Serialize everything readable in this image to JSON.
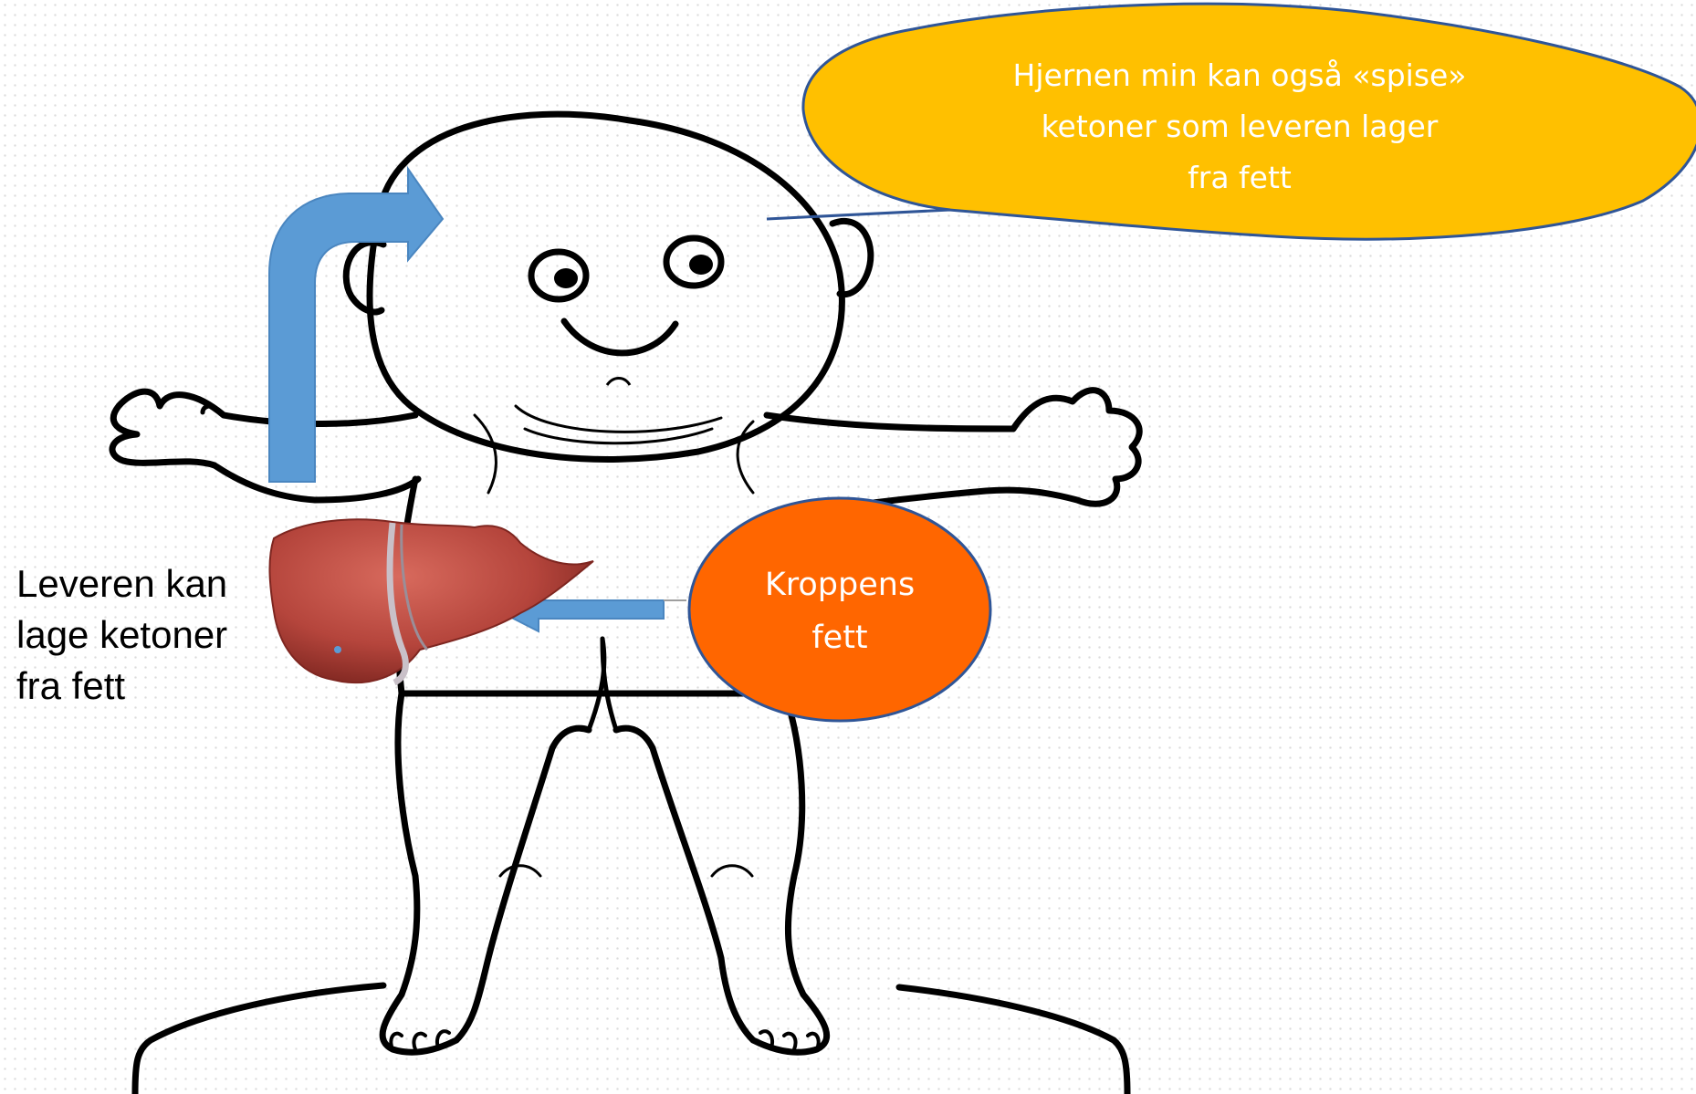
{
  "title_fragment": "",
  "speech_bubble": {
    "lines": [
      "Hjernen min kan også «spise»",
      "ketoner som leveren lager",
      "fra fett"
    ],
    "fill": "#FFC000",
    "stroke": "#2F5597"
  },
  "fat_circle": {
    "lines": [
      "Kroppens",
      "fett"
    ],
    "fill": "#FF6600",
    "stroke": "#2F5597"
  },
  "liver_label": {
    "lines": [
      "Leveren kan",
      "lage ketoner",
      "fra fett"
    ]
  },
  "arrows": {
    "color": "#5B9BD5",
    "up_to_brain": "liver-to-brain",
    "fat_to_liver": "fat-to-liver"
  },
  "colors": {
    "outline": "#000000",
    "liver": "#B5453C",
    "liver_dark": "#8C2A24",
    "liver_vein": "#C9C0C8"
  }
}
